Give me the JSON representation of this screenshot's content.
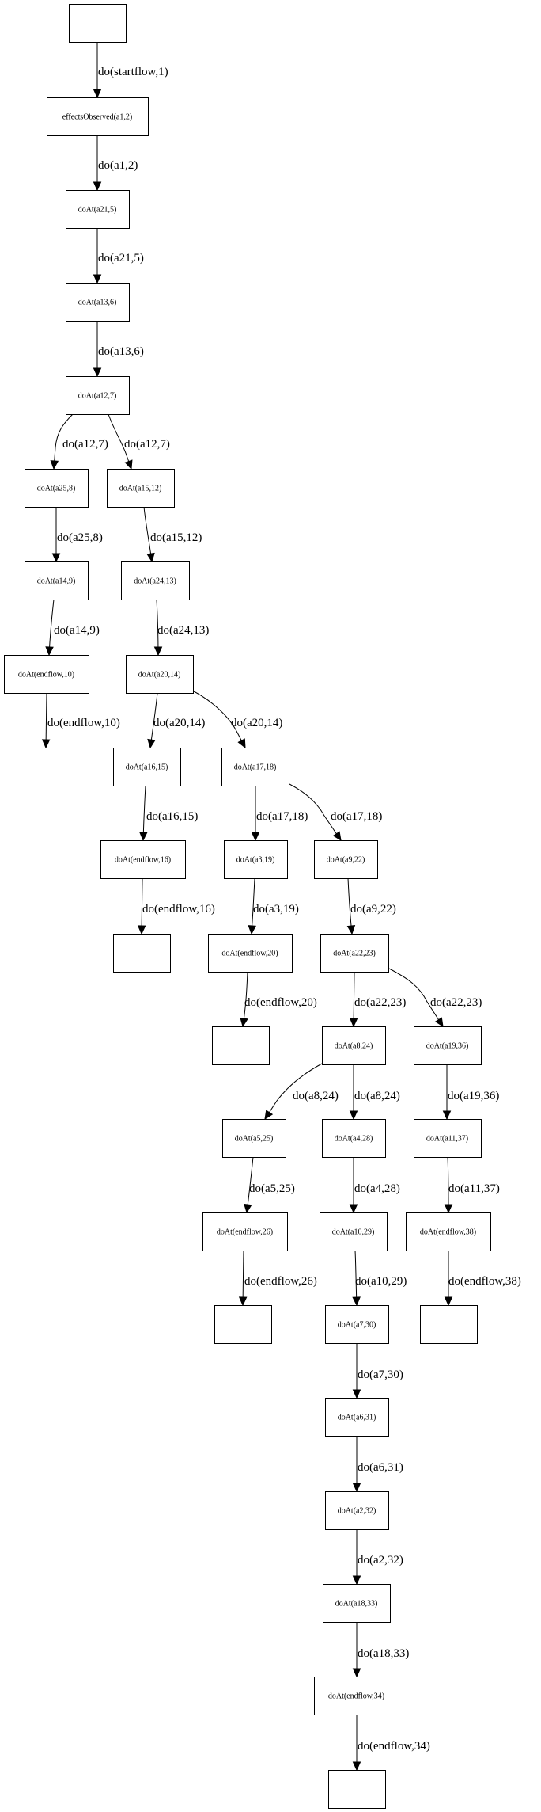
{
  "diagram": {
    "type": "directed-graph",
    "colors": {
      "stroke": "#000000",
      "fill": "#ffffff",
      "text": "#000000"
    },
    "nodes": [
      {
        "id": "start",
        "label": ""
      },
      {
        "id": "n_eo_a1_2",
        "label": "effectsObserved(a1,2)"
      },
      {
        "id": "n_a21_5",
        "label": "doAt(a21,5)"
      },
      {
        "id": "n_a13_6",
        "label": "doAt(a13,6)"
      },
      {
        "id": "n_a12_7",
        "label": "doAt(a12,7)"
      },
      {
        "id": "n_a25_8",
        "label": "doAt(a25,8)"
      },
      {
        "id": "n_a15_12",
        "label": "doAt(a15,12)"
      },
      {
        "id": "n_a14_9",
        "label": "doAt(a14,9)"
      },
      {
        "id": "n_a24_13",
        "label": "doAt(a24,13)"
      },
      {
        "id": "n_endflow_10",
        "label": "doAt(endflow,10)"
      },
      {
        "id": "n_a20_14",
        "label": "doAt(a20,14)"
      },
      {
        "id": "end_10",
        "label": ""
      },
      {
        "id": "n_a16_15",
        "label": "doAt(a16,15)"
      },
      {
        "id": "n_a17_18",
        "label": "doAt(a17,18)"
      },
      {
        "id": "n_endflow_16",
        "label": "doAt(endflow,16)"
      },
      {
        "id": "n_a3_19",
        "label": "doAt(a3,19)"
      },
      {
        "id": "n_a9_22",
        "label": "doAt(a9,22)"
      },
      {
        "id": "end_16",
        "label": ""
      },
      {
        "id": "n_endflow_20",
        "label": "doAt(endflow,20)"
      },
      {
        "id": "n_a22_23",
        "label": "doAt(a22,23)"
      },
      {
        "id": "end_20",
        "label": ""
      },
      {
        "id": "n_a8_24",
        "label": "doAt(a8,24)"
      },
      {
        "id": "n_a19_36",
        "label": "doAt(a19,36)"
      },
      {
        "id": "n_a5_25",
        "label": "doAt(a5,25)"
      },
      {
        "id": "n_a4_28",
        "label": "doAt(a4,28)"
      },
      {
        "id": "n_a11_37",
        "label": "doAt(a11,37)"
      },
      {
        "id": "n_endflow_26",
        "label": "doAt(endflow,26)"
      },
      {
        "id": "n_a10_29",
        "label": "doAt(a10,29)"
      },
      {
        "id": "n_endflow_38",
        "label": "doAt(endflow,38)"
      },
      {
        "id": "end_26",
        "label": ""
      },
      {
        "id": "n_a7_30",
        "label": "doAt(a7,30)"
      },
      {
        "id": "end_38",
        "label": ""
      },
      {
        "id": "n_a6_31",
        "label": "doAt(a6,31)"
      },
      {
        "id": "n_a2_32",
        "label": "doAt(a2,32)"
      },
      {
        "id": "n_a18_33",
        "label": "doAt(a18,33)"
      },
      {
        "id": "n_endflow_34",
        "label": "doAt(endflow,34)"
      },
      {
        "id": "end_34",
        "label": ""
      }
    ],
    "edges": [
      {
        "from": "start",
        "to": "n_eo_a1_2",
        "label": "do(startflow,1)"
      },
      {
        "from": "n_eo_a1_2",
        "to": "n_a21_5",
        "label": "do(a1,2)"
      },
      {
        "from": "n_a21_5",
        "to": "n_a13_6",
        "label": "do(a21,5)"
      },
      {
        "from": "n_a13_6",
        "to": "n_a12_7",
        "label": "do(a13,6)"
      },
      {
        "from": "n_a12_7",
        "to": "n_a25_8",
        "label": "do(a12,7)"
      },
      {
        "from": "n_a12_7",
        "to": "n_a15_12",
        "label": "do(a12,7)"
      },
      {
        "from": "n_a25_8",
        "to": "n_a14_9",
        "label": "do(a25,8)"
      },
      {
        "from": "n_a15_12",
        "to": "n_a24_13",
        "label": "do(a15,12)"
      },
      {
        "from": "n_a14_9",
        "to": "n_endflow_10",
        "label": "do(a14,9)"
      },
      {
        "from": "n_a24_13",
        "to": "n_a20_14",
        "label": "do(a24,13)"
      },
      {
        "from": "n_endflow_10",
        "to": "end_10",
        "label": "do(endflow,10)"
      },
      {
        "from": "n_a20_14",
        "to": "n_a16_15",
        "label": "do(a20,14)"
      },
      {
        "from": "n_a20_14",
        "to": "n_a17_18",
        "label": "do(a20,14)"
      },
      {
        "from": "n_a16_15",
        "to": "n_endflow_16",
        "label": "do(a16,15)"
      },
      {
        "from": "n_a17_18",
        "to": "n_a3_19",
        "label": "do(a17,18)"
      },
      {
        "from": "n_a17_18",
        "to": "n_a9_22",
        "label": "do(a17,18)"
      },
      {
        "from": "n_endflow_16",
        "to": "end_16",
        "label": "do(endflow,16)"
      },
      {
        "from": "n_a3_19",
        "to": "n_endflow_20",
        "label": "do(a3,19)"
      },
      {
        "from": "n_a9_22",
        "to": "n_a22_23",
        "label": "do(a9,22)"
      },
      {
        "from": "n_endflow_20",
        "to": "end_20",
        "label": "do(endflow,20)"
      },
      {
        "from": "n_a22_23",
        "to": "n_a8_24",
        "label": "do(a22,23)"
      },
      {
        "from": "n_a22_23",
        "to": "n_a19_36",
        "label": "do(a22,23)"
      },
      {
        "from": "n_a8_24",
        "to": "n_a5_25",
        "label": "do(a8,24)"
      },
      {
        "from": "n_a8_24",
        "to": "n_a4_28",
        "label": "do(a8,24)"
      },
      {
        "from": "n_a19_36",
        "to": "n_a11_37",
        "label": "do(a19,36)"
      },
      {
        "from": "n_a5_25",
        "to": "n_endflow_26",
        "label": "do(a5,25)"
      },
      {
        "from": "n_a4_28",
        "to": "n_a10_29",
        "label": "do(a4,28)"
      },
      {
        "from": "n_a11_37",
        "to": "n_endflow_38",
        "label": "do(a11,37)"
      },
      {
        "from": "n_endflow_26",
        "to": "end_26",
        "label": "do(endflow,26)"
      },
      {
        "from": "n_a10_29",
        "to": "n_a7_30",
        "label": "do(a10,29)"
      },
      {
        "from": "n_endflow_38",
        "to": "end_38",
        "label": "do(endflow,38)"
      },
      {
        "from": "n_a7_30",
        "to": "n_a6_31",
        "label": "do(a7,30)"
      },
      {
        "from": "n_a6_31",
        "to": "n_a2_32",
        "label": "do(a6,31)"
      },
      {
        "from": "n_a2_32",
        "to": "n_a18_33",
        "label": "do(a2,32)"
      },
      {
        "from": "n_a18_33",
        "to": "n_endflow_34",
        "label": "do(a18,33)"
      },
      {
        "from": "n_endflow_34",
        "to": "end_34",
        "label": "do(endflow,34)"
      }
    ]
  }
}
